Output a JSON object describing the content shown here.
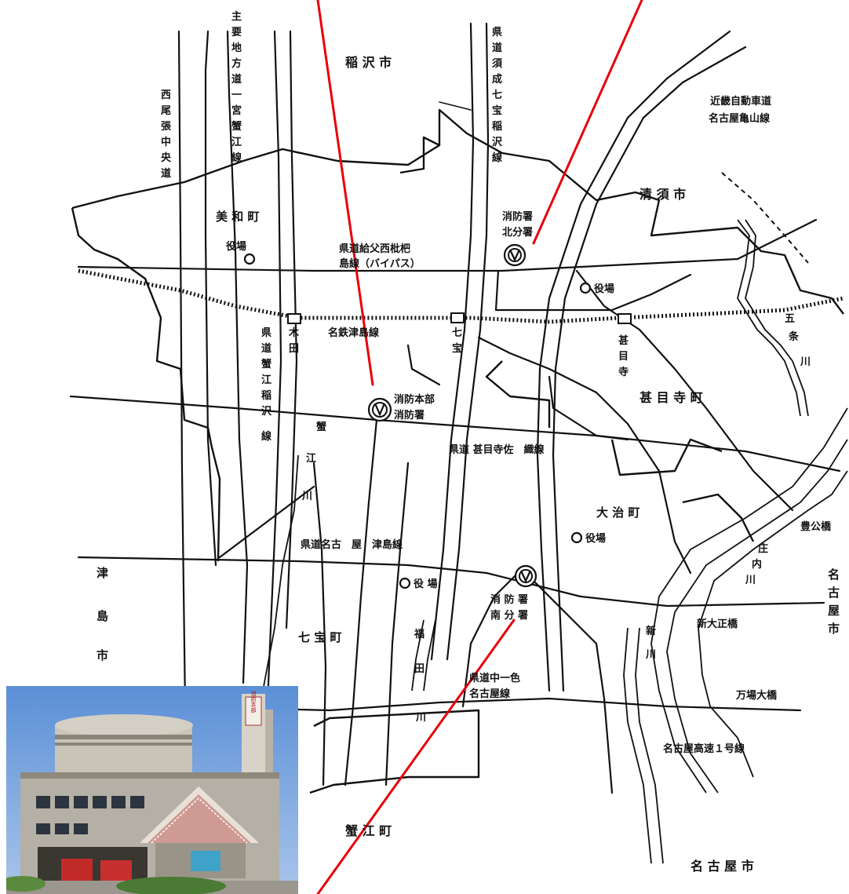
{
  "map": {
    "labels": {
      "inazawa": "稲 沢 市",
      "kiyosu": "清 須 市",
      "tsushima": [
        "津",
        "島",
        "市"
      ],
      "nagoya_bottom": "名 古 屋 市",
      "nagoya_right": [
        "名",
        "古",
        "屋",
        "市"
      ],
      "kanie": "蟹 江 町",
      "jimokuji": "甚 目 寺 町",
      "miwa": "美 和 町",
      "oharu": "大 治 町",
      "shippo": "七 宝 町"
    },
    "roads": {
      "nishi_owari": [
        "西",
        "尾",
        "張",
        "中",
        "央",
        "道"
      ],
      "shuyo_chiho": [
        "主",
        "要",
        "地",
        "方",
        "道",
        "一",
        "宮",
        "蟹",
        "江",
        "線"
      ],
      "suka_shippo": [
        "県",
        "道",
        "須",
        "成",
        "七",
        "宝",
        "稲",
        "沢",
        "線"
      ],
      "kinki_expressway": [
        "近畿自動車道",
        "名古屋亀山線"
      ],
      "kyufu_bypass": [
        "県道給父西枇杷",
        "島線（バイパス）"
      ],
      "kanie_inazawa": [
        "県",
        "道",
        "蟹",
        "江",
        "稲",
        "沢",
        "線"
      ],
      "jimokuji_sa": "県道 甚目寺佐　織線",
      "nagoya_tsushima": "県道名古　屋　津島線",
      "nakaisshiki": [
        "県道中一色",
        "名古屋線"
      ],
      "nagoya_expressway": "名古屋高速１号線"
    },
    "railway": {
      "line": "名鉄津島線",
      "stations": {
        "kida": [
          "木",
          "田"
        ],
        "shippo": [
          "七",
          "宝"
        ],
        "jimokuji": [
          "甚",
          "目",
          "寺"
        ]
      }
    },
    "rivers": {
      "gojo": [
        "五",
        "条",
        "川"
      ],
      "kanie_river": [
        "蟹",
        "江",
        "川"
      ],
      "fukuta": [
        "福",
        "田",
        "川"
      ],
      "shinkawa": [
        "新",
        "川"
      ],
      "shonai": [
        "庄",
        "内",
        "川"
      ]
    },
    "bridges": {
      "hokoku": "豊公橋",
      "shintaisho": "新大正橋",
      "manba": "万場大橋"
    },
    "facilities": {
      "hq": [
        "消防本部",
        "消防署"
      ],
      "north": [
        "消防署",
        "北分署"
      ],
      "south": [
        "消 防 署",
        "南 分 署"
      ],
      "town_office": "役場",
      "town_office_spaced": "役 場"
    },
    "colors": {
      "pointer": "#e8000b",
      "ink": "#111111"
    },
    "photo": {
      "sign_text": "消防本部"
    }
  }
}
